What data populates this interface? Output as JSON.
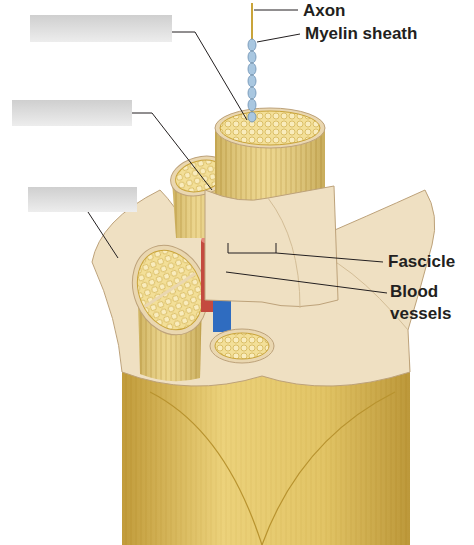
{
  "diagram": {
    "labels": [
      "Axon",
      "Myelin sheath",
      "Fascicle",
      "Blood vessels"
    ]
  }
}
